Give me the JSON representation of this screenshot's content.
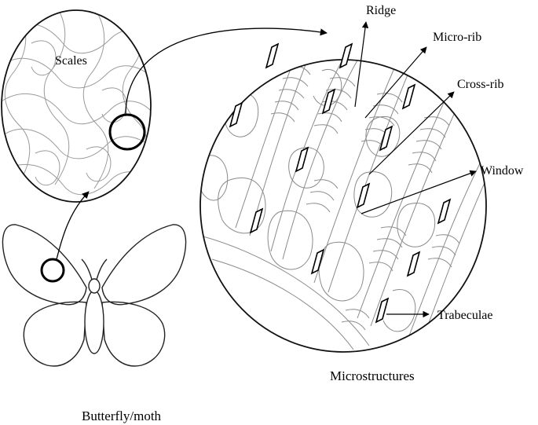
{
  "labels": {
    "scales": "Scales",
    "ridge": "Ridge",
    "micro_rib": "Micro-rib",
    "cross_rib": "Cross-rib",
    "window": "Window",
    "trabeculae": "Trabeculae",
    "microstructures": "Microstructures",
    "butterfly": "Butterfly/moth"
  }
}
